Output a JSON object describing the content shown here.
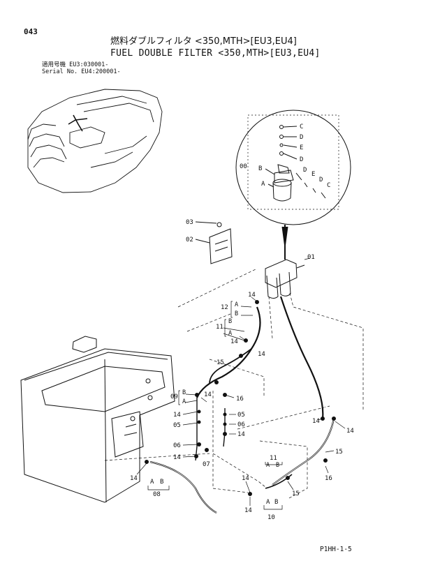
{
  "header": {
    "page_number": "043",
    "title_jp": "燃料ダブルフィルタ <350,MTH>[EU3,EU4]",
    "title_en": "FUEL DOUBLE FILTER <350,MTH>[EU3,EU4]",
    "serial_line1": "適用号機  EU3:030001-",
    "serial_line2": "Serial No. EU4:200001-"
  },
  "footer": {
    "code": "P1HH-1-5"
  },
  "labels": {
    "detail_c1": "C",
    "detail_d1": "D",
    "detail_e1": "E",
    "detail_d2": "D",
    "detail_00": "00",
    "detail_b": "B",
    "detail_a": "A",
    "detail_d3": "D",
    "detail_e2": "E",
    "detail_d4": "D",
    "detail_c2": "C",
    "p03": "03",
    "p02": "02",
    "p01": "01",
    "p14_a": "14",
    "p12": "12",
    "p12_a": "A",
    "p12_b": "B",
    "p11_b": "B",
    "p11": "11",
    "p11_a": "A",
    "p14_b": "14",
    "p14_c": "14",
    "p15_a": "15",
    "p09": "09",
    "p09_b": "B",
    "p09_a": "A",
    "p14_d": "14",
    "p16_a": "16",
    "p14_e": "14",
    "p05_a": "05",
    "p05_b": "05",
    "p06_a": "06",
    "p14_f": "14",
    "p06_b": "06",
    "p14_g": "14",
    "p07": "07",
    "p14_h": "14",
    "p08_a": "A",
    "p08_b": "B",
    "p08": "08",
    "p14_i": "14",
    "p14_j": "14",
    "p15_b": "15",
    "p16_b": "16",
    "p11_c": "11",
    "p11c_a": "A",
    "p11c_b": "B",
    "p14_k": "14",
    "p15_c": "15",
    "p14_l": "14",
    "p10_a": "A",
    "p10_b": "B",
    "p10": "10"
  }
}
